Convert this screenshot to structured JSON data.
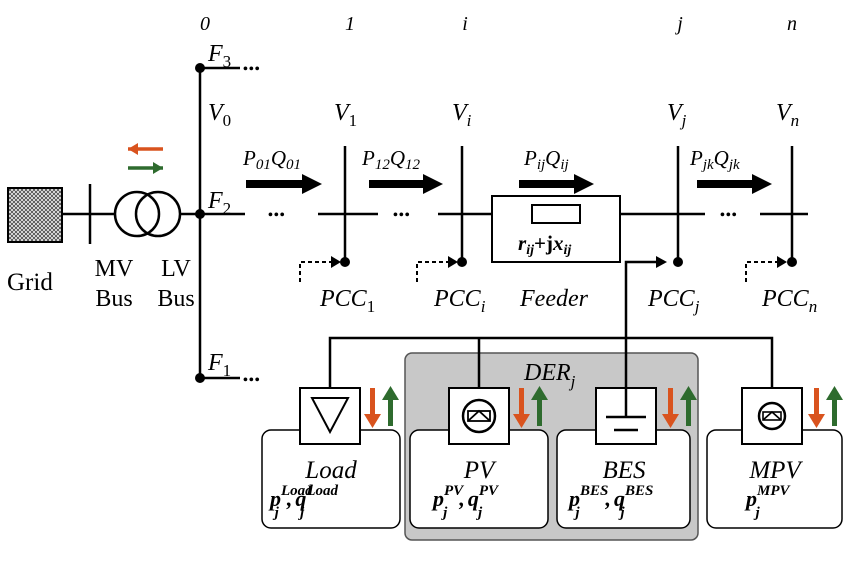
{
  "bus_indices": [
    "0",
    "1",
    "i",
    "j",
    "n"
  ],
  "voltages": [
    {
      "base": "V",
      "sub": "0"
    },
    {
      "base": "V",
      "sub": "1"
    },
    {
      "base": "V",
      "sub": "i"
    },
    {
      "base": "V",
      "sub": "j"
    },
    {
      "base": "V",
      "sub": "n"
    }
  ],
  "flows": [
    {
      "p": "P",
      "psub": "01",
      "q": "Q",
      "qsub": "01"
    },
    {
      "p": "P",
      "psub": "12",
      "q": "Q",
      "qsub": "12"
    },
    {
      "p": "P",
      "psub": "ij",
      "q": "Q",
      "qsub": "ij"
    },
    {
      "p": "P",
      "psub": "jk",
      "q": "Q",
      "qsub": "jk"
    }
  ],
  "pccs": [
    {
      "base": "PCC",
      "sub": "1"
    },
    {
      "base": "PCC",
      "sub": "i"
    },
    {
      "base": "PCC",
      "sub": "j"
    },
    {
      "base": "PCC",
      "sub": "n"
    }
  ],
  "feeders": [
    {
      "base": "F",
      "sub": "3"
    },
    {
      "base": "F",
      "sub": "2"
    },
    {
      "base": "F",
      "sub": "1"
    }
  ],
  "ellipsis": "•••",
  "grid_label": "Grid",
  "mv_bus": {
    "line1": "MV",
    "line2": "Bus"
  },
  "lv_bus": {
    "line1": "LV",
    "line2": "Bus"
  },
  "feeder_label": "Feeder",
  "impedance": {
    "r": "r",
    "rsub": "ij",
    "plus": "+",
    "j": "j",
    "x": "x",
    "xsub": "ij"
  },
  "der_group": {
    "base": "DER",
    "sub": "j"
  },
  "devices": [
    {
      "name": "Load",
      "p_sup": "Load",
      "q_sup": "Load",
      "has_q": true
    },
    {
      "name": "PV",
      "p_sup": "PV",
      "q_sup": "PV",
      "has_q": true
    },
    {
      "name": "BES",
      "p_sup": "BES",
      "q_sup": "BES",
      "has_q": true
    },
    {
      "name": "MPV",
      "p_sup": "MPV",
      "q_sup": "",
      "has_q": false
    }
  ],
  "power_symbols": {
    "p": "p",
    "q": "q",
    "sub": "j",
    "sep": ","
  },
  "colors": {
    "export_arrow": "#d9531e",
    "import_arrow": "#2e6b2e",
    "der_fill": "#c8c8c8",
    "grid_fill": "#9a9a9a"
  }
}
